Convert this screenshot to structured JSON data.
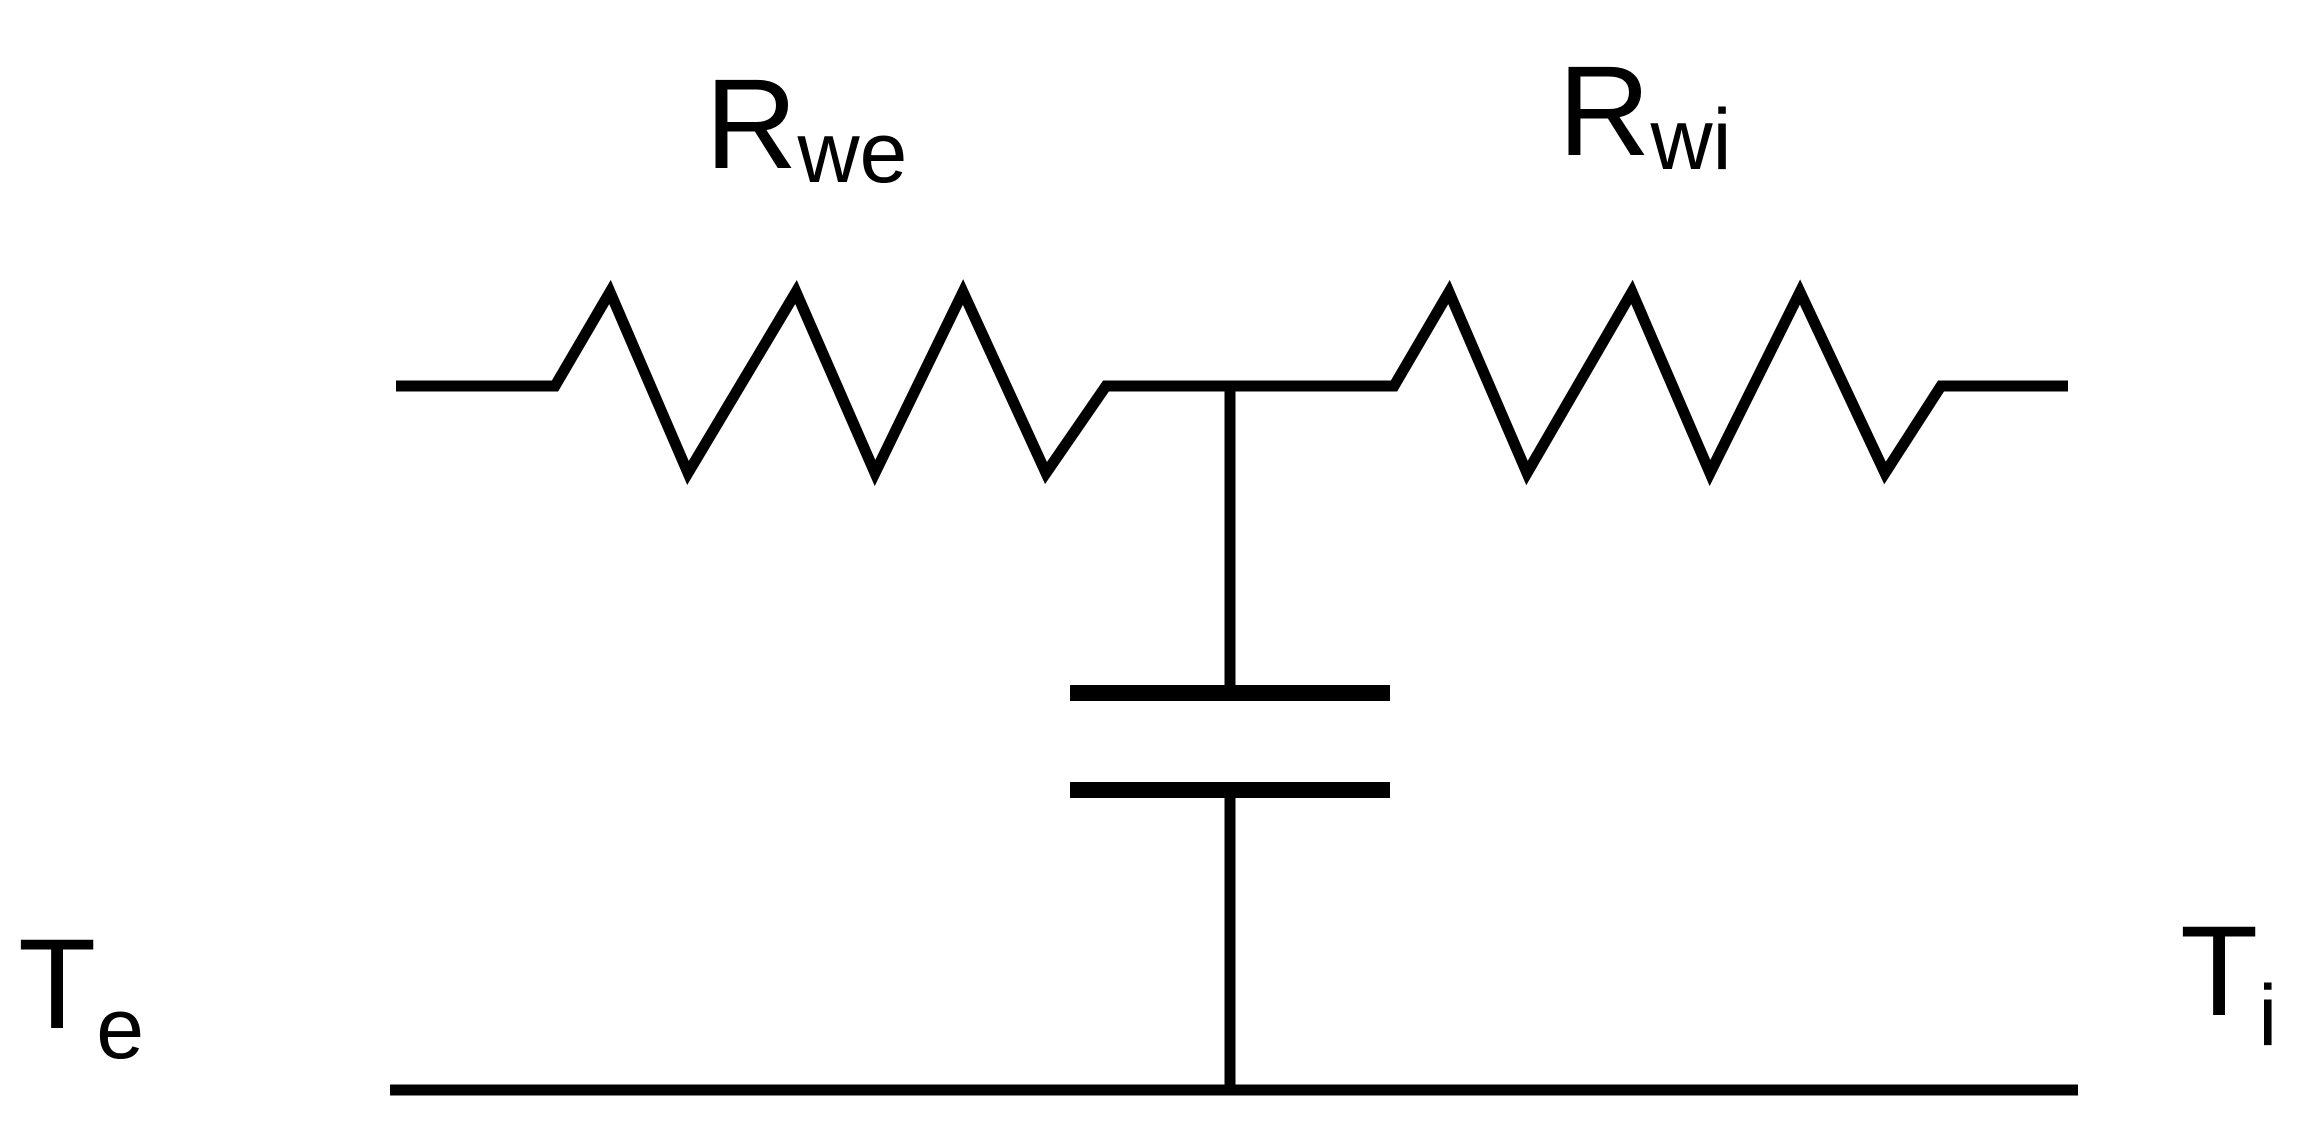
{
  "diagram": {
    "labels": {
      "r_we": {
        "main": "R",
        "sub": "we"
      },
      "r_wi": {
        "main": "R",
        "sub": "wi"
      },
      "t_e": {
        "main": "T",
        "sub": "e"
      },
      "t_i": {
        "main": "T",
        "sub": "i"
      }
    },
    "components": {
      "resistor_left": "resistor",
      "resistor_right": "resistor",
      "capacitor": "capacitor"
    },
    "colors": {
      "stroke": "#000000",
      "background": "#ffffff"
    }
  }
}
